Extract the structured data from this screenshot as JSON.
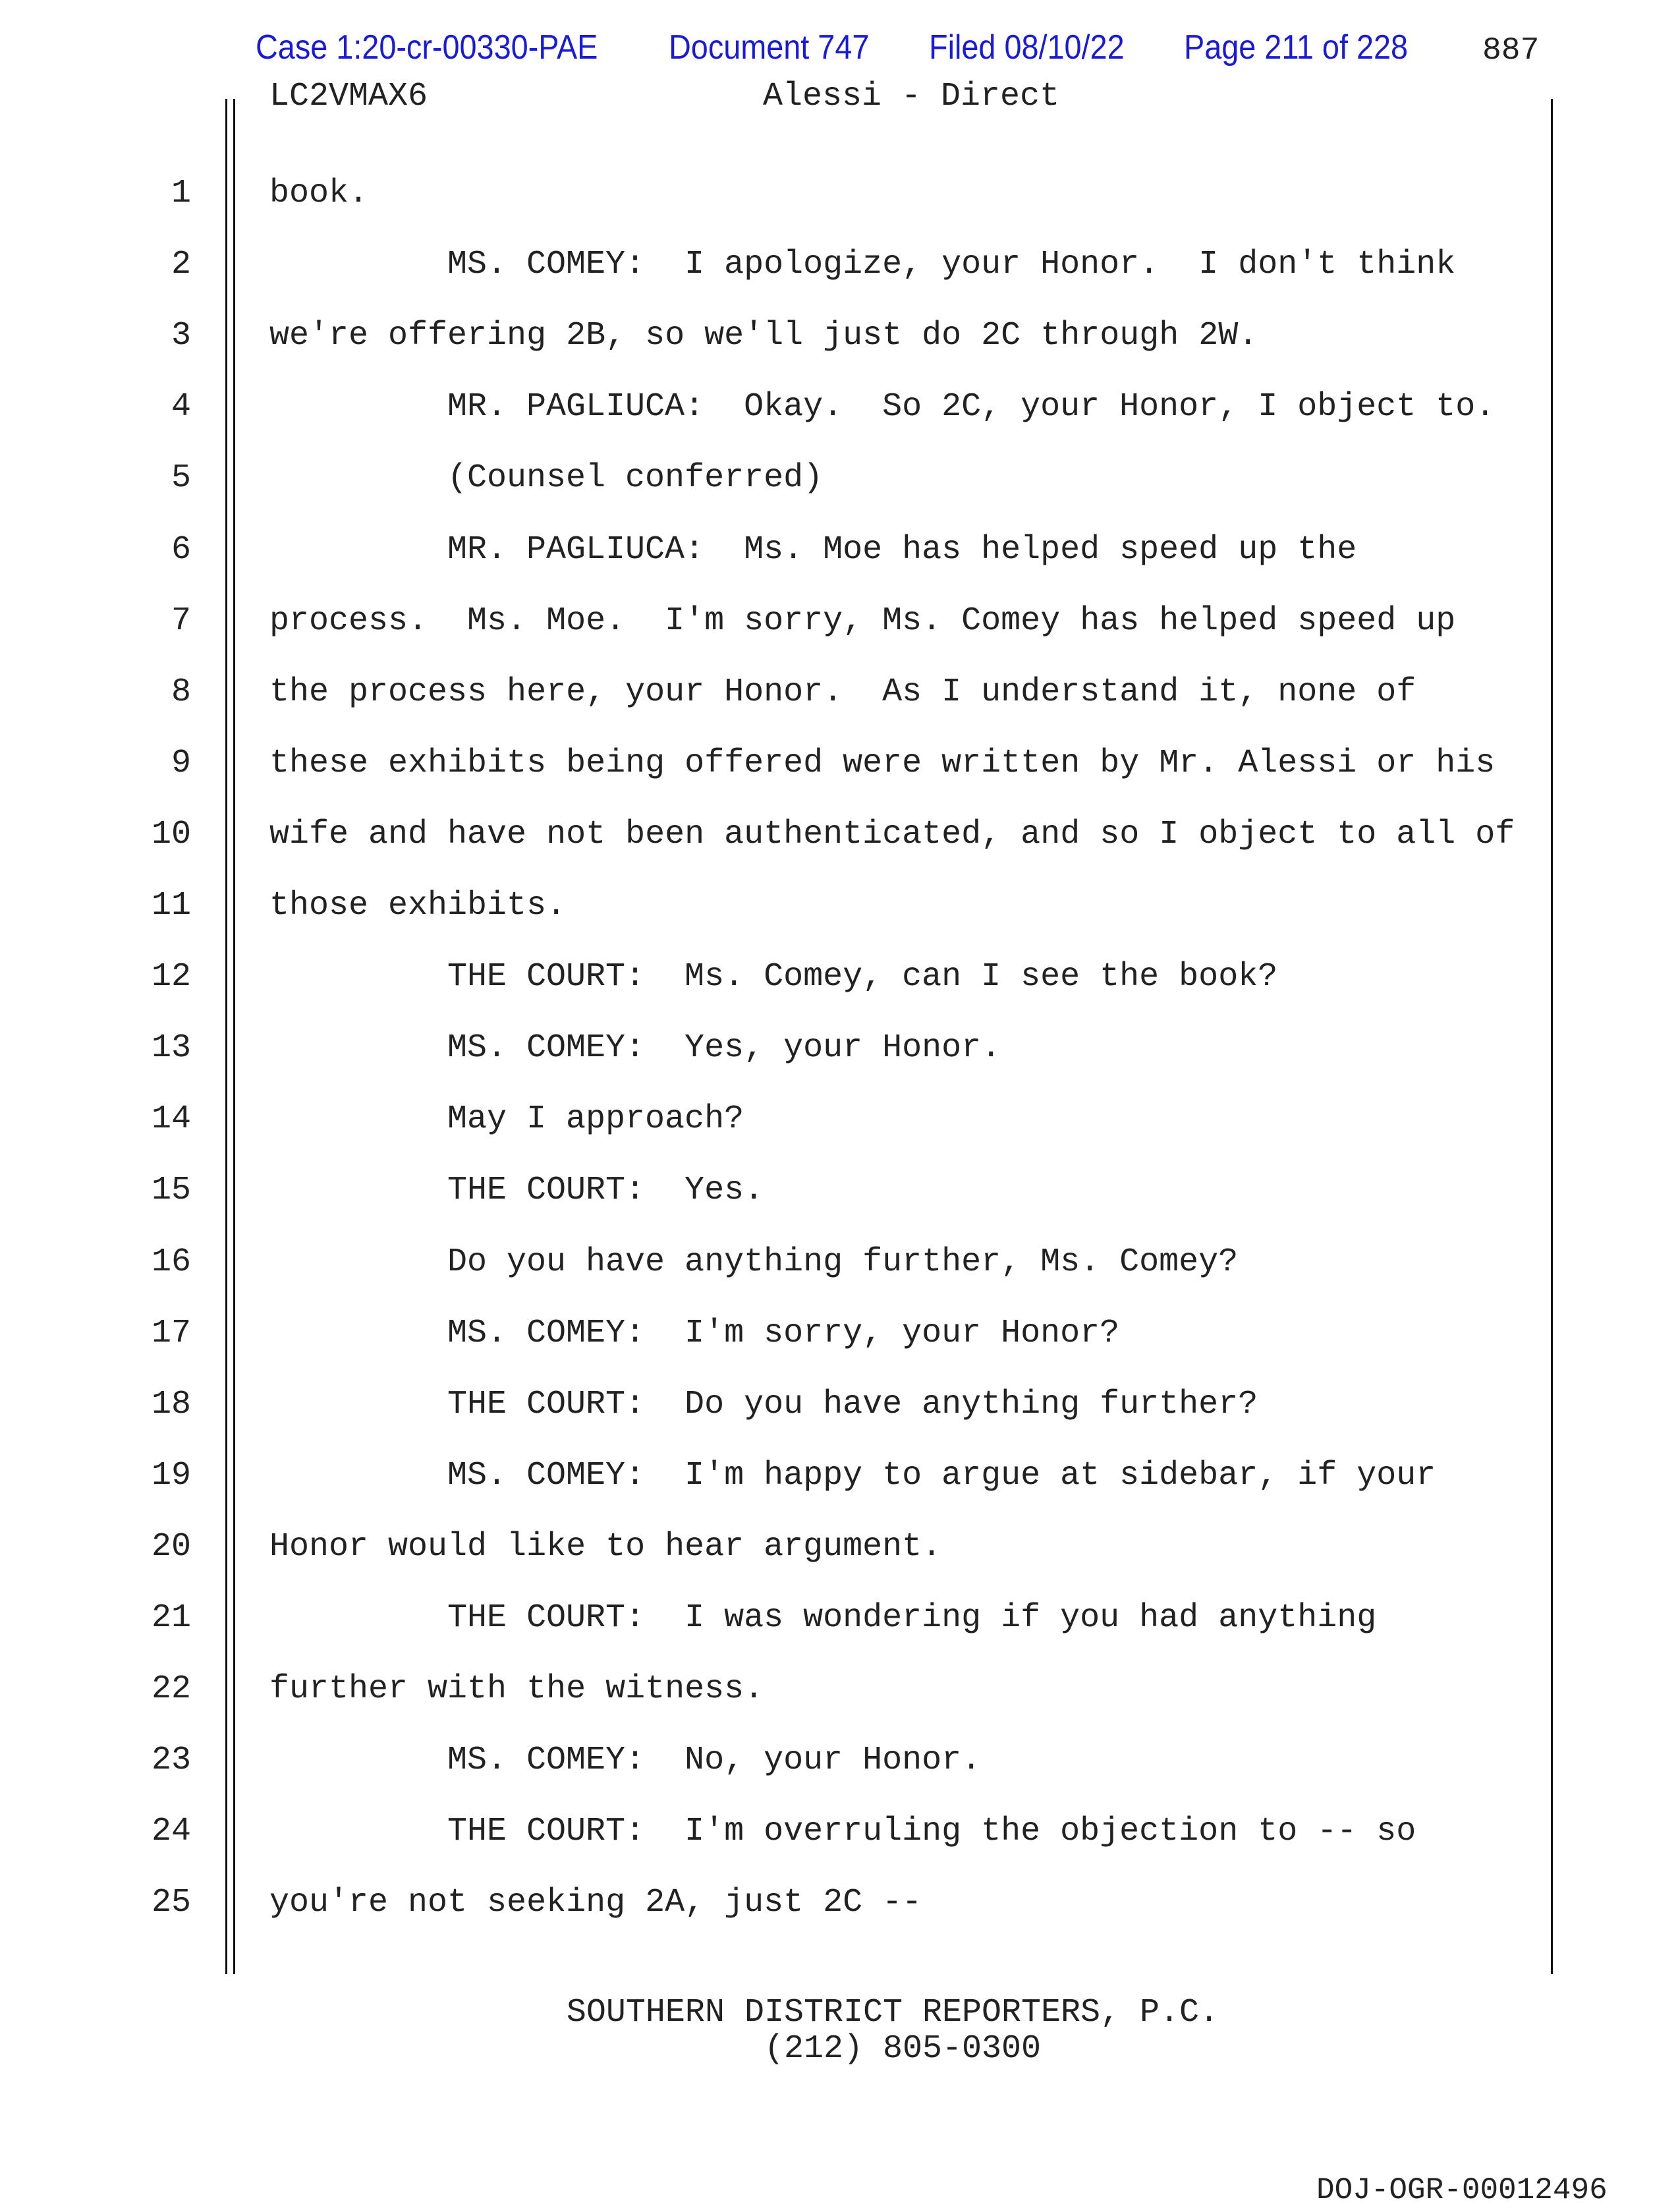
{
  "filing_header": {
    "case": "Case 1:20-cr-00330-PAE",
    "document": "Document 747",
    "filed": "Filed 08/10/22",
    "page": "Page 211 of 228"
  },
  "transcript_page_number": "887",
  "running_header": {
    "left": "LC2VMAX6",
    "center": "Alessi - Direct"
  },
  "lines": [
    {
      "n": "1",
      "text": "book.",
      "indent": false
    },
    {
      "n": "2",
      "text": "MS. COMEY:  I apologize, your Honor.  I don't think",
      "indent": true
    },
    {
      "n": "3",
      "text": "we're offering 2B, so we'll just do 2C through 2W.",
      "indent": false
    },
    {
      "n": "4",
      "text": "MR. PAGLIUCA:  Okay.  So 2C, your Honor, I object to.",
      "indent": true
    },
    {
      "n": "5",
      "text": "(Counsel conferred)",
      "indent": true
    },
    {
      "n": "6",
      "text": "MR. PAGLIUCA:  Ms. Moe has helped speed up the",
      "indent": true
    },
    {
      "n": "7",
      "text": "process.  Ms. Moe.  I'm sorry, Ms. Comey has helped speed up",
      "indent": false
    },
    {
      "n": "8",
      "text": "the process here, your Honor.  As I understand it, none of",
      "indent": false
    },
    {
      "n": "9",
      "text": "these exhibits being offered were written by Mr. Alessi or his",
      "indent": false
    },
    {
      "n": "10",
      "text": "wife and have not been authenticated, and so I object to all of",
      "indent": false
    },
    {
      "n": "11",
      "text": "those exhibits.",
      "indent": false
    },
    {
      "n": "12",
      "text": "THE COURT:  Ms. Comey, can I see the book?",
      "indent": true
    },
    {
      "n": "13",
      "text": "MS. COMEY:  Yes, your Honor.",
      "indent": true
    },
    {
      "n": "14",
      "text": "May I approach?",
      "indent": true
    },
    {
      "n": "15",
      "text": "THE COURT:  Yes.",
      "indent": true
    },
    {
      "n": "16",
      "text": "Do you have anything further, Ms. Comey?",
      "indent": true
    },
    {
      "n": "17",
      "text": "MS. COMEY:  I'm sorry, your Honor?",
      "indent": true
    },
    {
      "n": "18",
      "text": "THE COURT:  Do you have anything further?",
      "indent": true
    },
    {
      "n": "19",
      "text": "MS. COMEY:  I'm happy to argue at sidebar, if your",
      "indent": true
    },
    {
      "n": "20",
      "text": "Honor would like to hear argument.",
      "indent": false
    },
    {
      "n": "21",
      "text": "THE COURT:  I was wondering if you had anything",
      "indent": true
    },
    {
      "n": "22",
      "text": "further with the witness.",
      "indent": false
    },
    {
      "n": "23",
      "text": "MS. COMEY:  No, your Honor.",
      "indent": true
    },
    {
      "n": "24",
      "text": "THE COURT:  I'm overruling the objection to -- so",
      "indent": true
    },
    {
      "n": "25",
      "text": "you're not seeking 2A, just 2C --",
      "indent": false
    }
  ],
  "footer": {
    "line1": "SOUTHERN DISTRICT REPORTERS, P.C.",
    "line2": "(212) 805-0300"
  },
  "bates": "DOJ-OGR-00012496"
}
